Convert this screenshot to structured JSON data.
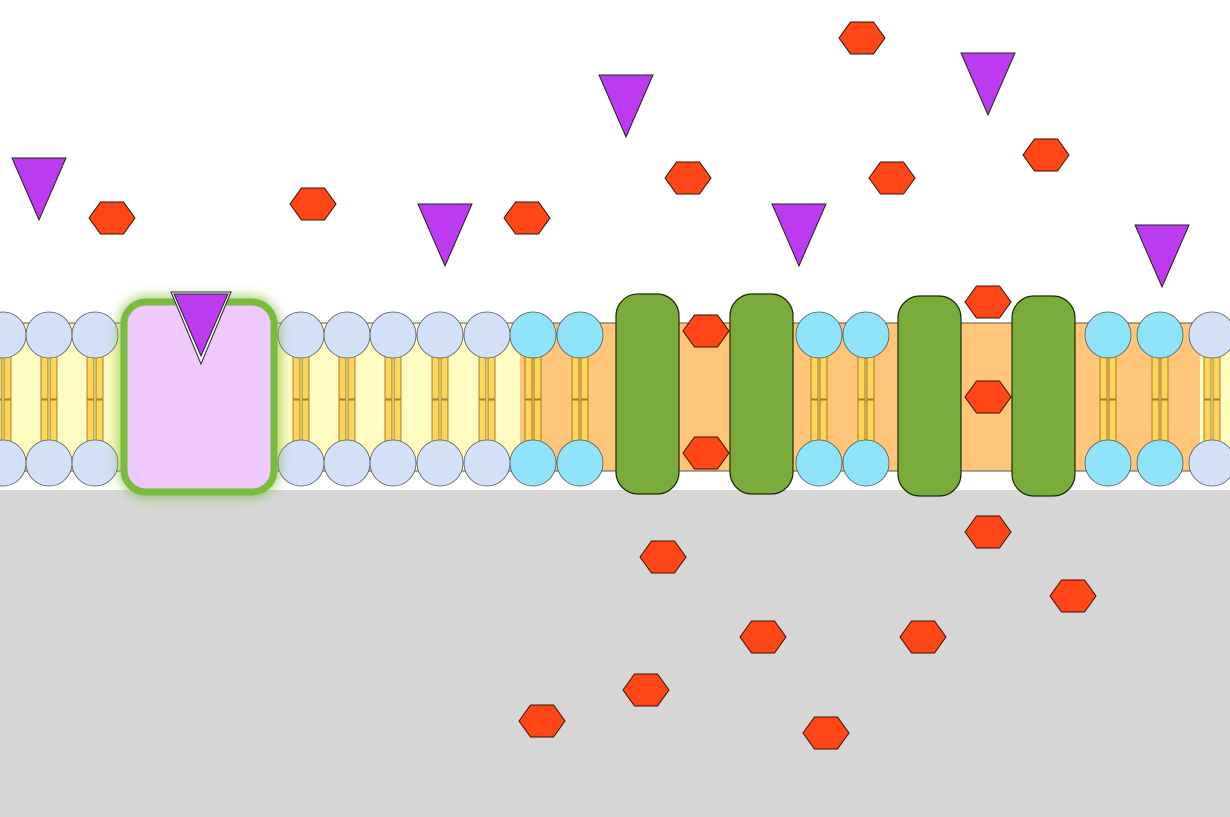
{
  "colors": {
    "extracellular": "#ffffff",
    "cytoplasm": "#d6d6d6",
    "membrane_light": "#fffcc2",
    "membrane_raft": "#ffc679",
    "head_pale": "#d3e1f8",
    "head_cyan": "#8fe4fa",
    "tail": "#ffd45a",
    "channel_protein": "#7aac3c",
    "vesicle_fill": "#efc8fc",
    "vesicle_border": "#7aba3c",
    "triangle_molecule": "#bc3af0",
    "hexagon_molecule": "#ff4616",
    "outline": "#222222"
  },
  "molecules": {
    "triangle": "purple-triangle-molecule",
    "hexagon": "red-hexagon-molecule"
  },
  "structures": {
    "bilayer": "phospholipid-bilayer",
    "vesicle": "green-outlined-vesicle",
    "channels": "green-channel-proteins"
  }
}
